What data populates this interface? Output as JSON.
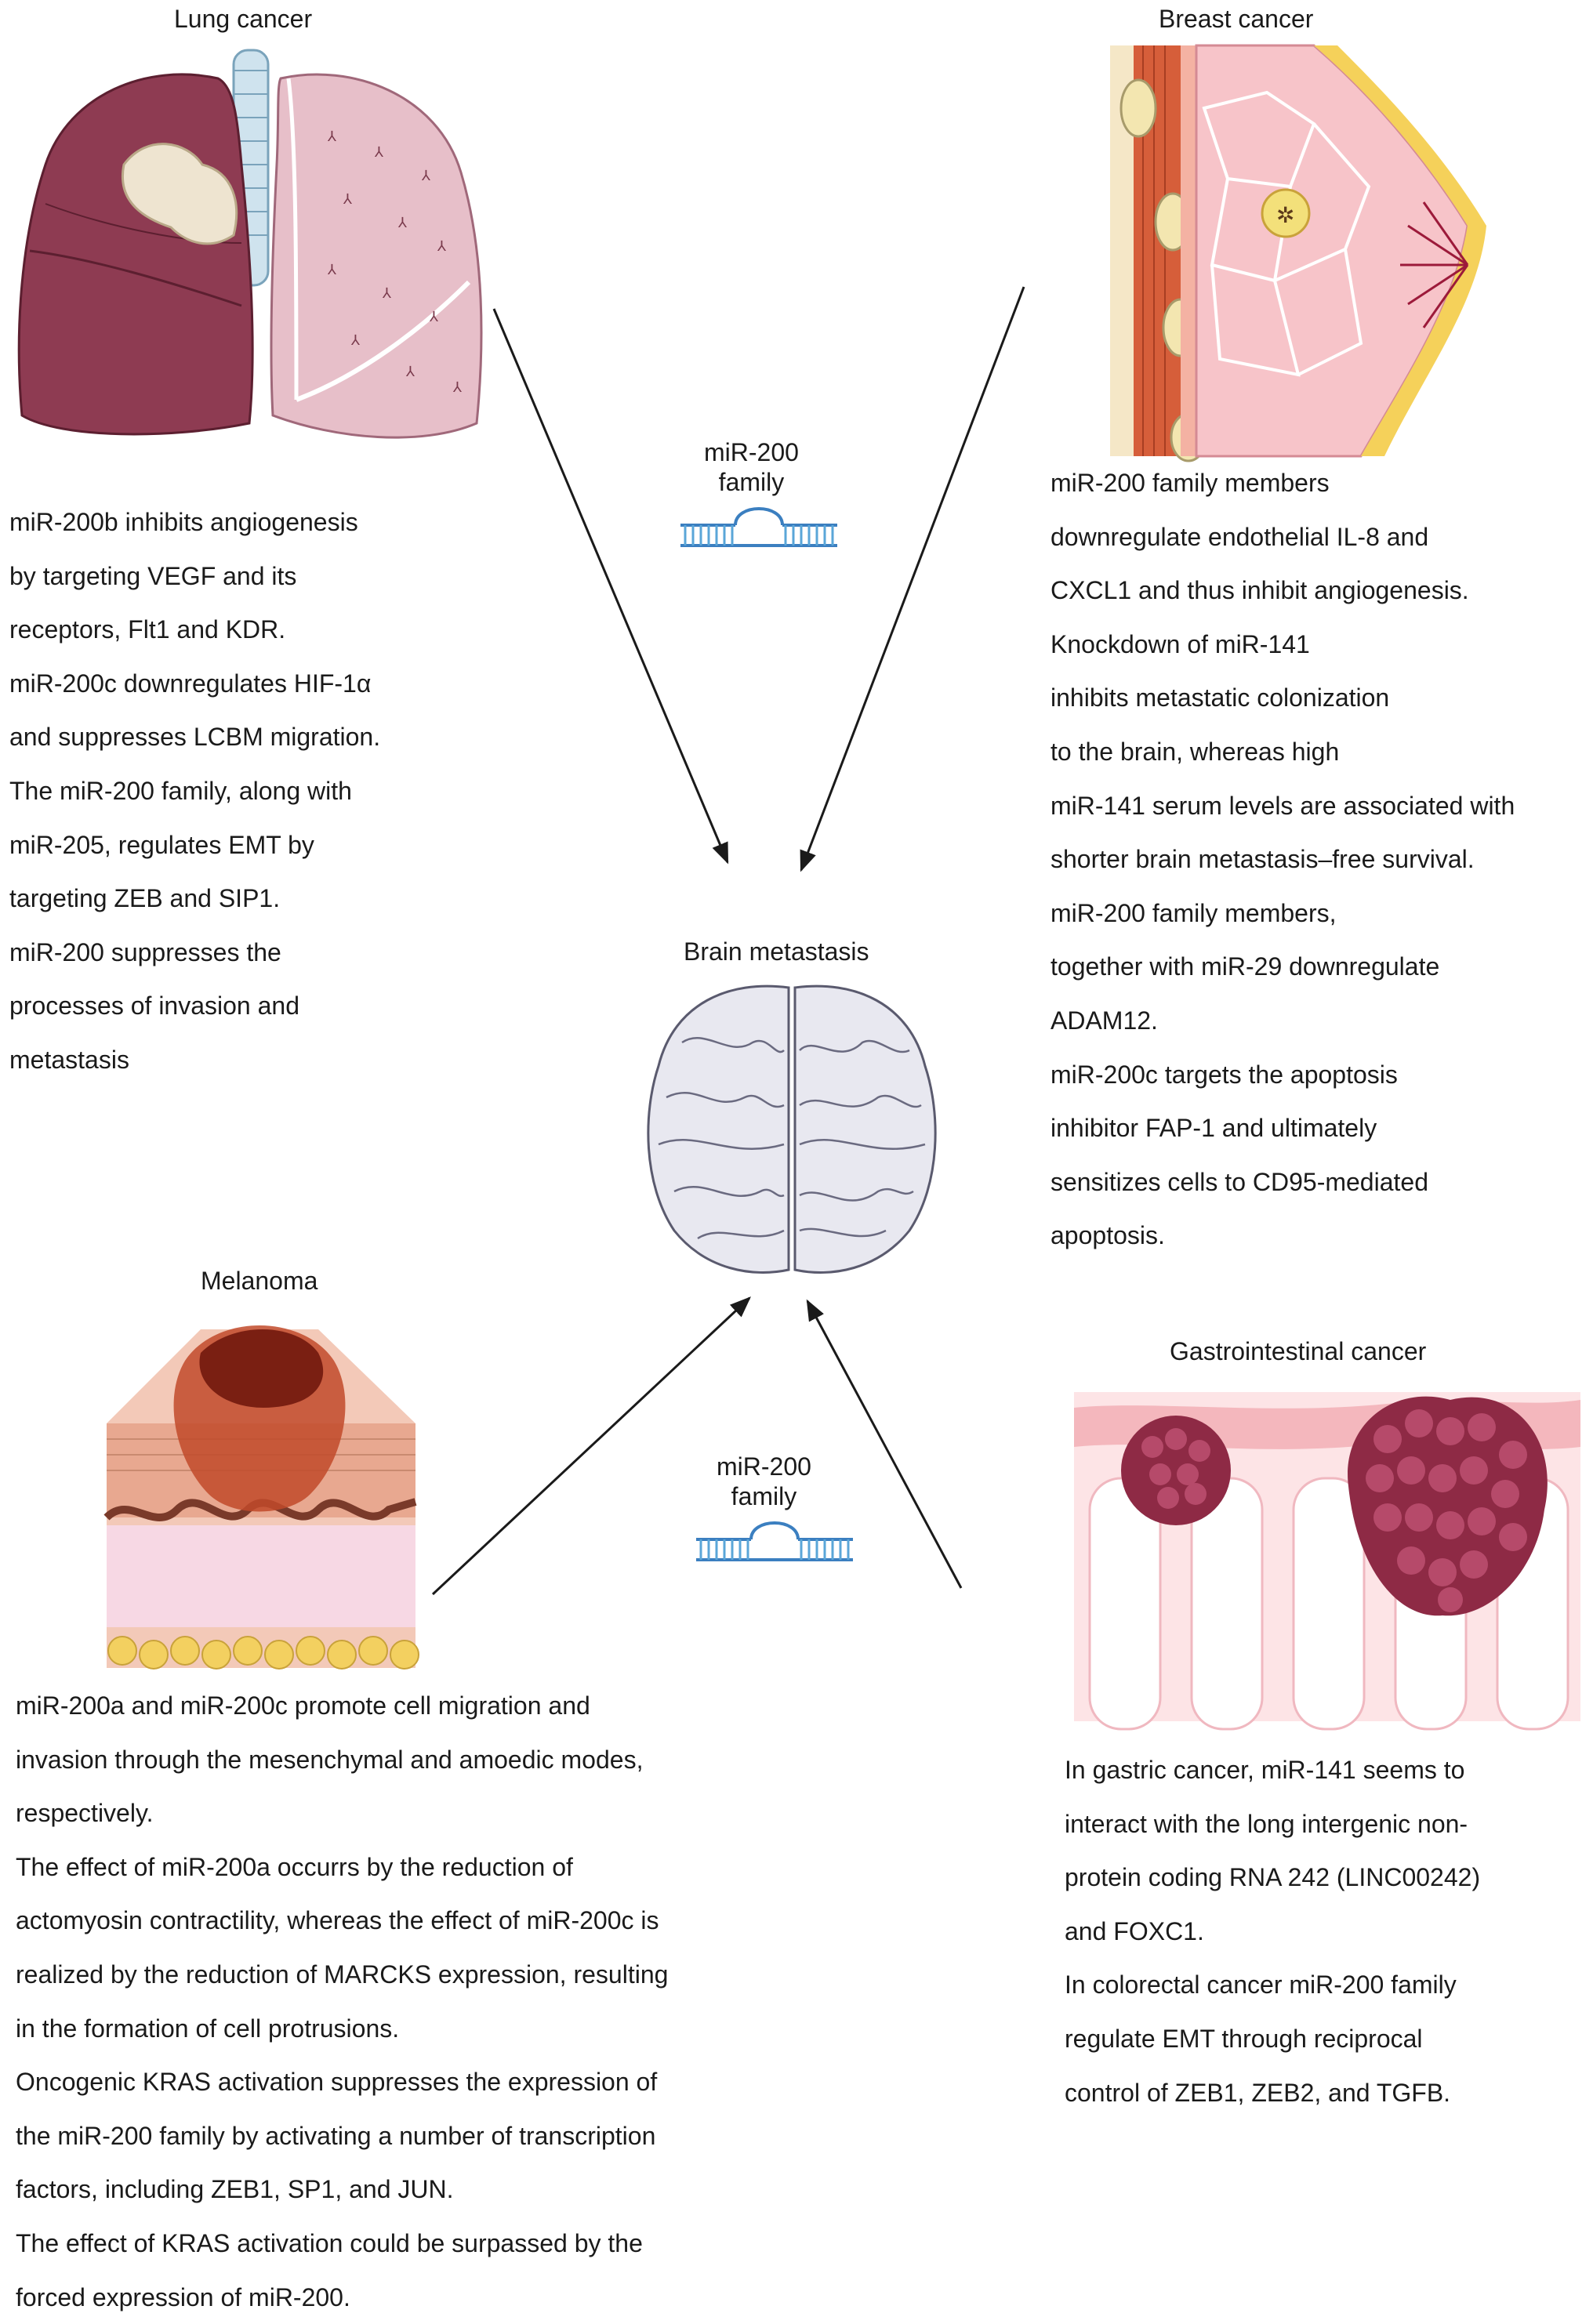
{
  "titles": {
    "lung": "Lung cancer",
    "breast": "Breast cancer",
    "brain": "Brain metastasis",
    "melanoma": "Melanoma",
    "gi": "Gastrointestinal cancer"
  },
  "mir_labels": {
    "top": [
      "miR-200",
      "family"
    ],
    "bottom": [
      "miR-200",
      "family"
    ]
  },
  "lung_text": [
    "miR-200b inhibits angiogenesis",
    "by targeting VEGF and its",
    "receptors, Flt1 and KDR.",
    "miR-200c downregulates HIF-1α",
    "and suppresses LCBM migration.",
    "The miR-200 family, along with",
    "miR-205, regulates EMT by",
    "targeting ZEB and SIP1.",
    "miR-200 suppresses the",
    "processes of invasion and",
    "metastasis"
  ],
  "breast_text": [
    "miR-200 family members",
    "downregulate endothelial IL-8 and",
    "CXCL1 and thus inhibit angiogenesis.",
    "Knockdown of miR-141",
    "inhibits metastatic colonization",
    "to the brain, whereas high",
    "miR-141 serum levels are associated with",
    "shorter brain metastasis–free survival.",
    "miR-200 family members,",
    "together with miR-29 downregulate",
    "ADAM12.",
    "miR-200c targets the apoptosis",
    "inhibitor FAP-1 and ultimately",
    "sensitizes cells to CD95-mediated",
    "apoptosis."
  ],
  "melanoma_text": [
    "miR-200a and miR-200c promote cell migration and",
    "invasion through the mesenchymal and amoedic modes,",
    "respectively.",
    "The effect of miR-200a occurrs by the reduction of",
    "actomyosin contractility, whereas the effect of miR-200c is",
    "realized by the reduction of MARCKS expression, resulting",
    "in the formation of cell protrusions.",
    "Oncogenic KRAS activation suppresses the expression of",
    "the miR-200 family by activating a number of transcription",
    "factors, including ZEB1, SP1, and JUN.",
    "The effect of KRAS activation could be surpassed by the",
    "forced expression of miR-200."
  ],
  "gi_text": [
    "In gastric cancer, miR-141 seems to",
    "interact with the long intergenic non-",
    "protein coding RNA 242 (LINC00242)",
    "and FOXC1.",
    "In colorectal cancer miR-200 family",
    "regulate EMT through reciprocal",
    "control of ZEB1, ZEB2, and TGFB."
  ],
  "icons": {
    "lung": "lungs-icon",
    "breast": "breast-tissue-icon",
    "brain": "brain-icon",
    "melanoma": "skin-melanoma-icon",
    "gi": "colon-tumor-icon",
    "mirna": "microrna-hairpin-icon"
  },
  "colors": {
    "text": "#1a1a1a",
    "arrow": "#1a1a1a",
    "mirna": "#4a90c8"
  }
}
